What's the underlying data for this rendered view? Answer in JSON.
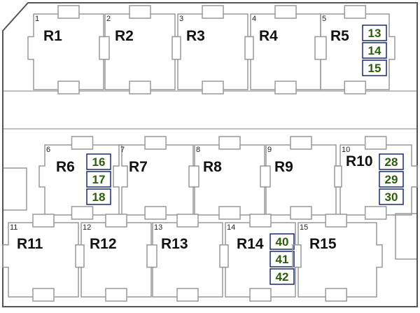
{
  "colors": {
    "outline": "#555555",
    "relay_outline": "#999999",
    "fuse_border": "#1a2a6e",
    "fuse_text": "#2a5e0a",
    "divider": "#aaaaaa"
  },
  "relays": [
    {
      "label": "R1",
      "slot": "1"
    },
    {
      "label": "R2",
      "slot": "2"
    },
    {
      "label": "R3",
      "slot": "3"
    },
    {
      "label": "R4",
      "slot": "4"
    },
    {
      "label": "R5",
      "slot": "5",
      "fuses": [
        "13",
        "14",
        "15"
      ]
    },
    {
      "label": "R6",
      "slot": "6",
      "fuses": [
        "16",
        "17",
        "18"
      ]
    },
    {
      "label": "R7",
      "slot": "7"
    },
    {
      "label": "R8",
      "slot": "8"
    },
    {
      "label": "R9",
      "slot": "9"
    },
    {
      "label": "R10",
      "slot": "10",
      "fuses": [
        "28",
        "29",
        "30"
      ]
    },
    {
      "label": "R11",
      "slot": "11"
    },
    {
      "label": "R12",
      "slot": "12"
    },
    {
      "label": "R13",
      "slot": "13"
    },
    {
      "label": "R14",
      "slot": "14",
      "fuses": [
        "40",
        "41",
        "42"
      ]
    },
    {
      "label": "R15",
      "slot": "15"
    }
  ]
}
